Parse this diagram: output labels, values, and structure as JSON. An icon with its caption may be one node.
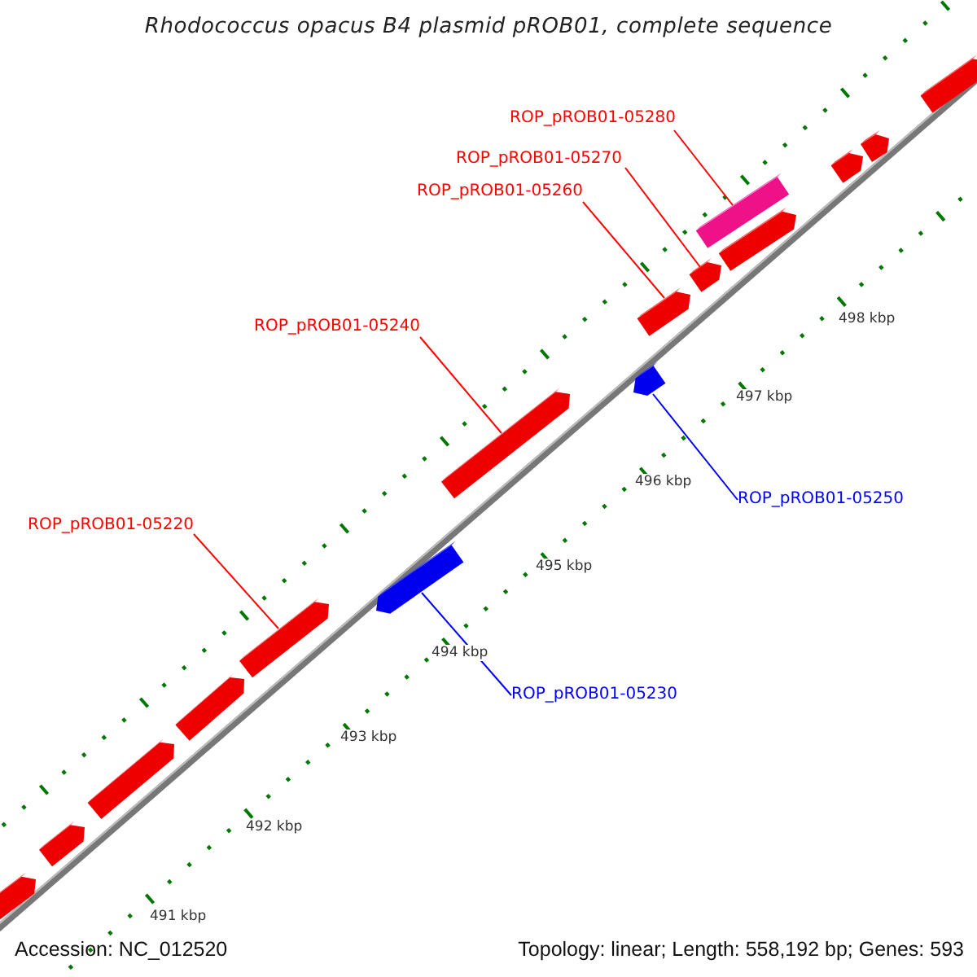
{
  "diagram": {
    "title": "Rhodococcus opacus B4 plasmid pROB01, complete sequence",
    "nodes": [
      {
        "text": [
          "ROP_pROB01-05280"
        ]
      },
      {
        "text": [
          "ROP_pROB01-05270"
        ]
      },
      {
        "text": [
          "ROP_pROB01-05260"
        ]
      },
      {
        "text": [
          "ROP_pROB01-05240"
        ]
      },
      {
        "text": [
          "ROP_pROB01-05250"
        ]
      },
      {
        "text": [
          "ROP_pROB01-05220"
        ]
      },
      {
        "text": [
          "ROP_pROB01-05230"
        ]
      },
      {
        "text": [],
        "shape": "bar"
      },
      {
        "text": [],
        "shape": "bar"
      },
      {
        "text": [],
        "shape": "bar"
      },
      {
        "text": [],
        "shape": "bar"
      },
      {
        "text": [],
        "shape": "bar"
      },
      {
        "text": [],
        "shape": "bar"
      },
      {
        "text": [],
        "shape": "bar"
      },
      {
        "text": [],
        "shape": "bar"
      },
      {
        "text": [],
        "shape": "bar"
      },
      {
        "text": [],
        "shape": "bar"
      },
      {
        "text": [],
        "shape": "bar"
      },
      {
        "text": [],
        "shape": "bar"
      },
      {
        "text": [],
        "shape": "bar"
      },
      {
        "text": [],
        "shape": "bar"
      },
      {
        "text": [],
        "shape": "bar"
      }
    ],
    "edges": [
      {
        "from": 0,
        "to": 17,
        "arrow": "none"
      },
      {
        "from": 1,
        "to": 16,
        "arrow": "none"
      },
      {
        "from": 2,
        "to": 15,
        "arrow": "none"
      },
      {
        "from": 3,
        "to": 13,
        "arrow": "none"
      },
      {
        "from": 4,
        "to": 14,
        "arrow": "none",
        "color": "#0000ff"
      },
      {
        "from": 5,
        "to": 11,
        "arrow": "none"
      },
      {
        "from": 6,
        "to": 12,
        "arrow": "none",
        "color": "#0000ff"
      }
    ],
    "labels": [
      "498 kbp",
      "497 kbp",
      "496 kbp",
      "495 kbp",
      "494 kbp",
      "493 kbp",
      "492 kbp",
      "491 kbp",
      "Accession: NC_012520",
      "Topology: linear; Length: 558,192 bp; Genes: 593"
    ]
  }
}
